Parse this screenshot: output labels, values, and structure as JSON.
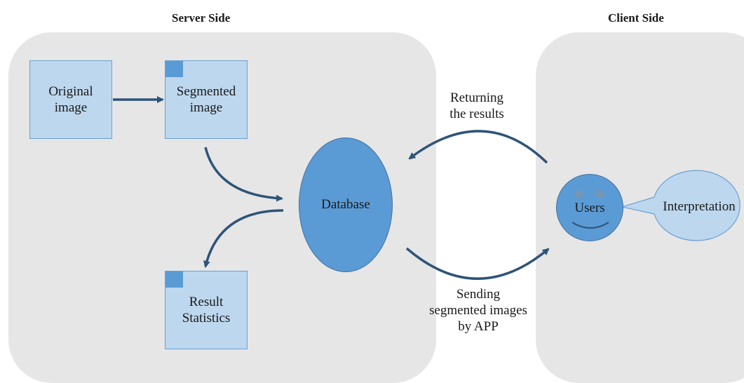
{
  "headings": {
    "server": "Server Side",
    "client": "Client Side"
  },
  "nodes": {
    "original": [
      "Original",
      "image"
    ],
    "segmented": [
      "Segmented",
      "image"
    ],
    "result": [
      "Result",
      "Statistics"
    ],
    "database": "Database",
    "users": "Users",
    "interpretation": "Interpretation"
  },
  "flows": {
    "returning": [
      "Returning",
      "the results"
    ],
    "sending": [
      "Sending",
      "segmented images",
      "by APP"
    ]
  },
  "colors": {
    "panel": "#e6e6e7",
    "box_fill": "#bdd7ee",
    "box_border": "#6aa0d2",
    "accent": "#5b9bd5",
    "arrow": "#2e5478"
  }
}
